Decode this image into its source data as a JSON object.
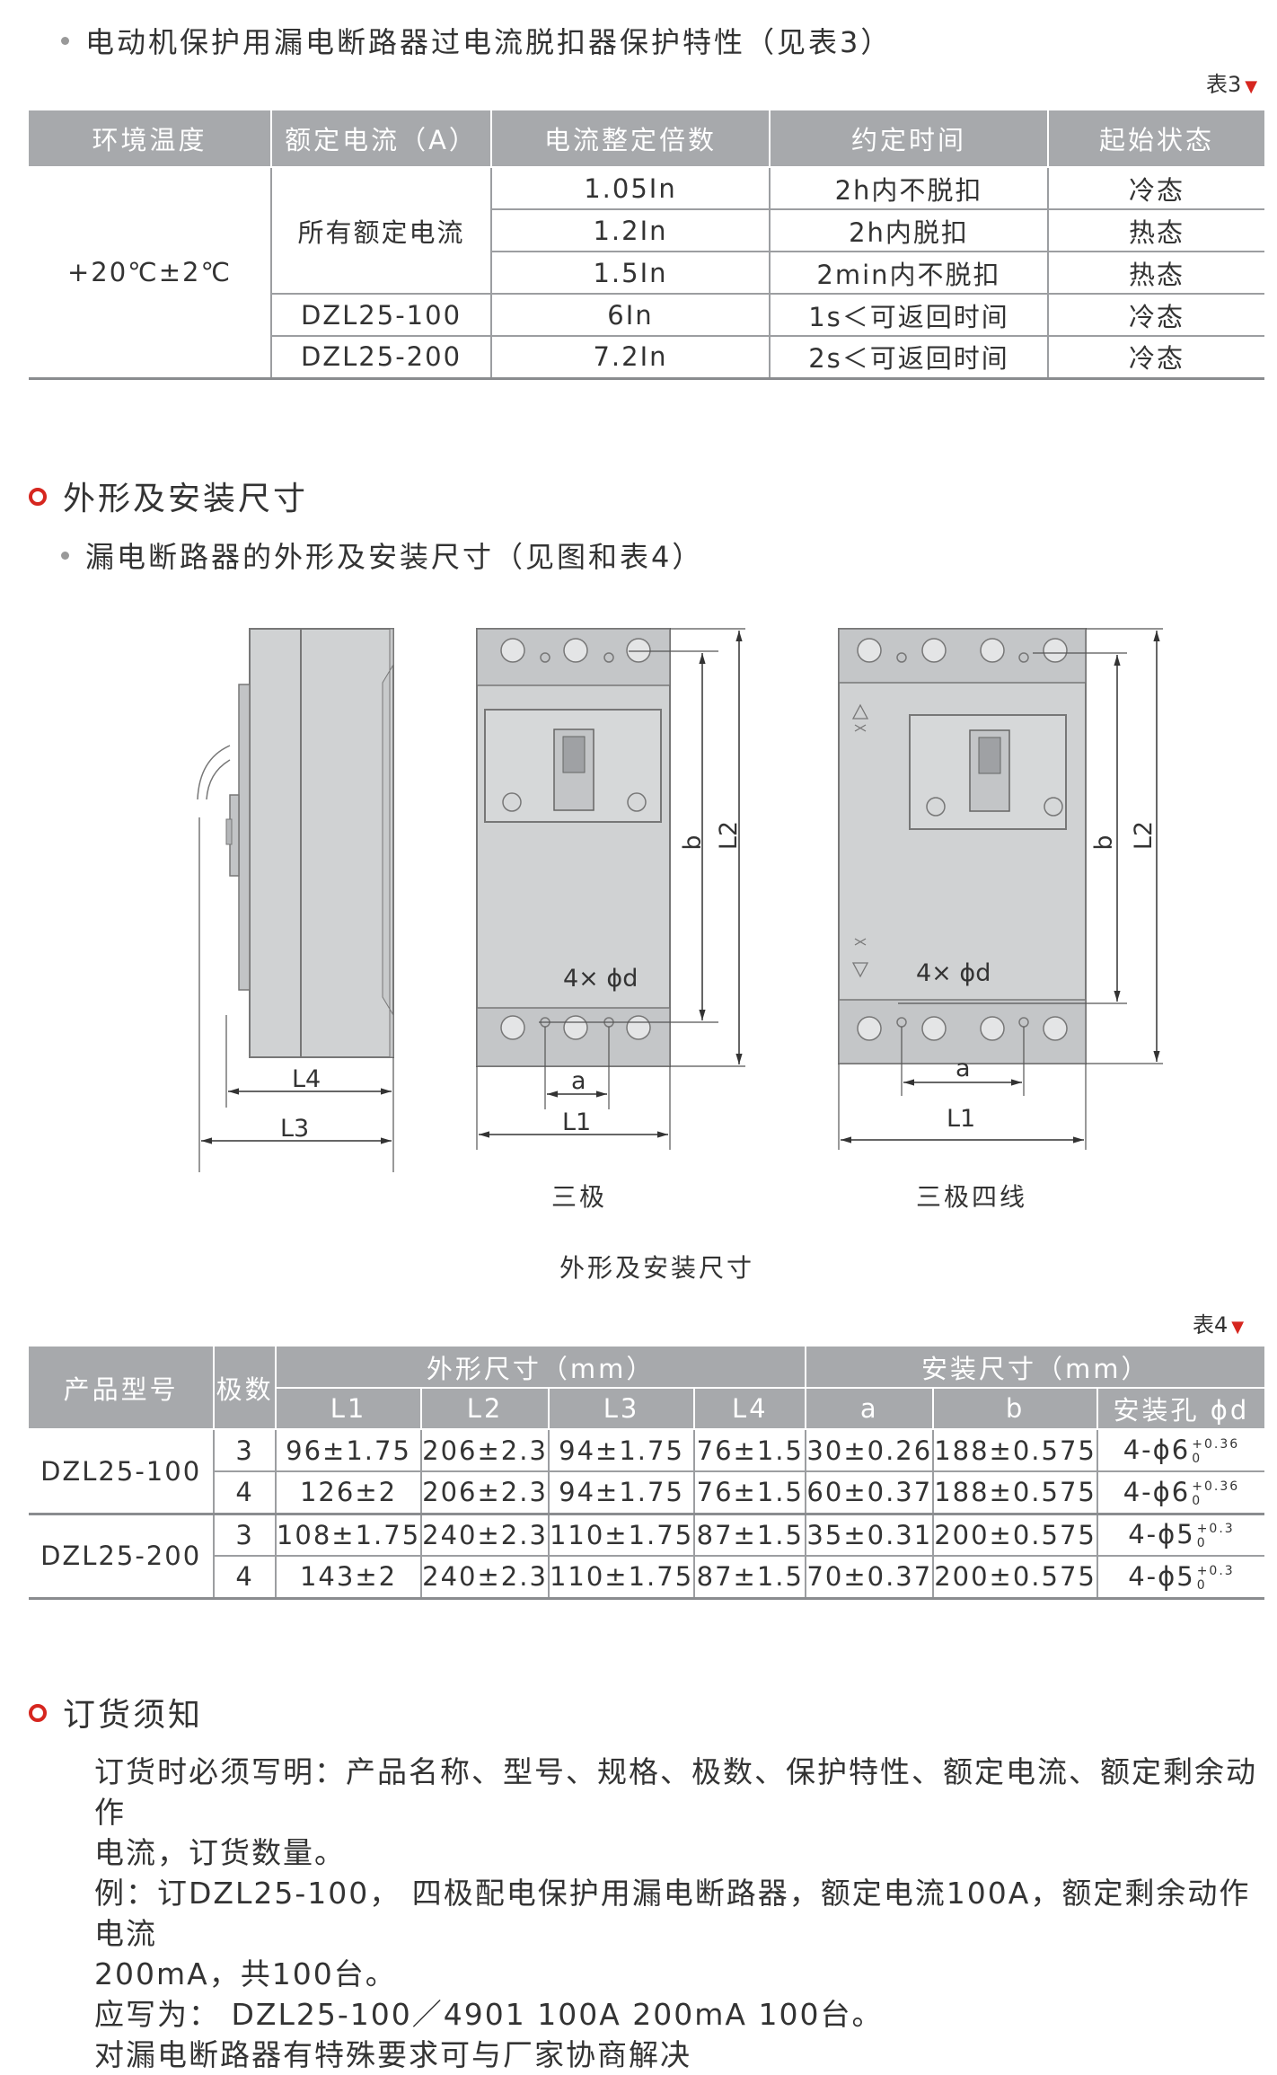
{
  "section_table3": {
    "heading": "电动机保护用漏电断路器过电流脱扣器保护特性（见表3）",
    "tag": "表3",
    "headers": [
      "环境温度",
      "额定电流（A）",
      "电流整定倍数",
      "约定时间",
      "起始状态"
    ],
    "temperature": "+20℃±2℃",
    "all_rated": "所有额定电流",
    "rows": [
      {
        "current": "",
        "multiple": "1.05In",
        "time": "2h内不脱扣",
        "state": "冷态"
      },
      {
        "current": "",
        "multiple": "1.2In",
        "time": "2h内脱扣",
        "state": "热态"
      },
      {
        "current": "",
        "multiple": "1.5In",
        "time": "2min内不脱扣",
        "state": "热态"
      },
      {
        "current": "DZL25-100",
        "multiple": "6In",
        "time": "1s＜可返回时间",
        "state": "冷态"
      },
      {
        "current": "DZL25-200",
        "multiple": "7.2In",
        "time": "2s＜可返回时间",
        "state": "冷态"
      }
    ]
  },
  "section_dimensions": {
    "title": "外形及安装尺寸",
    "subheading": "漏电断路器的外形及安装尺寸（见图和表4）",
    "figure": {
      "labels": {
        "L4": "L4",
        "L3": "L3",
        "L1": "L1",
        "L2": "L2",
        "b": "b",
        "a": "a",
        "holes": "4× ϕd"
      },
      "caption_three_pole": "三极",
      "caption_three_pole_four_wire": "三极四线",
      "caption": "外形及安装尺寸"
    }
  },
  "section_table4": {
    "tag": "表4",
    "header_model": "产品型号",
    "header_poles": "极数",
    "header_outline": "外形尺寸（mm）",
    "header_install": "安装尺寸（mm）",
    "sub_headers": [
      "L1",
      "L2",
      "L3",
      "L4",
      "a",
      "b",
      "安装孔 ϕd"
    ],
    "groups": [
      {
        "model": "DZL25-100",
        "rows": [
          {
            "poles": "3",
            "L1": "96±1.75",
            "L2": "206±2.3",
            "L3": "94±1.75",
            "L4": "76±1.5",
            "a": "30±0.26",
            "b": "188±0.575",
            "hole": "4-ϕ6",
            "tol_up": "+0.36",
            "tol_low": "0"
          },
          {
            "poles": "4",
            "L1": "126±2",
            "L2": "206±2.3",
            "L3": "94±1.75",
            "L4": "76±1.5",
            "a": "60±0.37",
            "b": "188±0.575",
            "hole": "4-ϕ6",
            "tol_up": "+0.36",
            "tol_low": "0"
          }
        ]
      },
      {
        "model": "DZL25-200",
        "rows": [
          {
            "poles": "3",
            "L1": "108±1.75",
            "L2": "240±2.3",
            "L3": "110±1.75",
            "L4": "87±1.5",
            "a": "35±0.31",
            "b": "200±0.575",
            "hole": "4-ϕ5",
            "tol_up": "+0.3",
            "tol_low": "0"
          },
          {
            "poles": "4",
            "L1": "143±2",
            "L2": "240±2.3",
            "L3": "110±1.75",
            "L4": "87±1.5",
            "a": "70±0.37",
            "b": "200±0.575",
            "hole": "4-ϕ5",
            "tol_up": "+0.3",
            "tol_low": "0"
          }
        ]
      }
    ]
  },
  "section_order": {
    "title": "订货须知",
    "lines": [
      "订货时必须写明：产品名称、型号、规格、极数、保护特性、额定电流、额定剩余动作",
      "电流，订货数量。",
      "例：订DZL25-100， 四极配电保护用漏电断路器，额定电流100A，额定剩余动作电流",
      "200mA，共100台。",
      "应写为： DZL25-100／4901 100A 200mA 100台。",
      "对漏电断路器有特殊要求可与厂家协商解决"
    ]
  },
  "colors": {
    "header_bg": "#a7a9ac",
    "accent_red": "#d6261f",
    "breaker_body": "#d0d2d3"
  }
}
